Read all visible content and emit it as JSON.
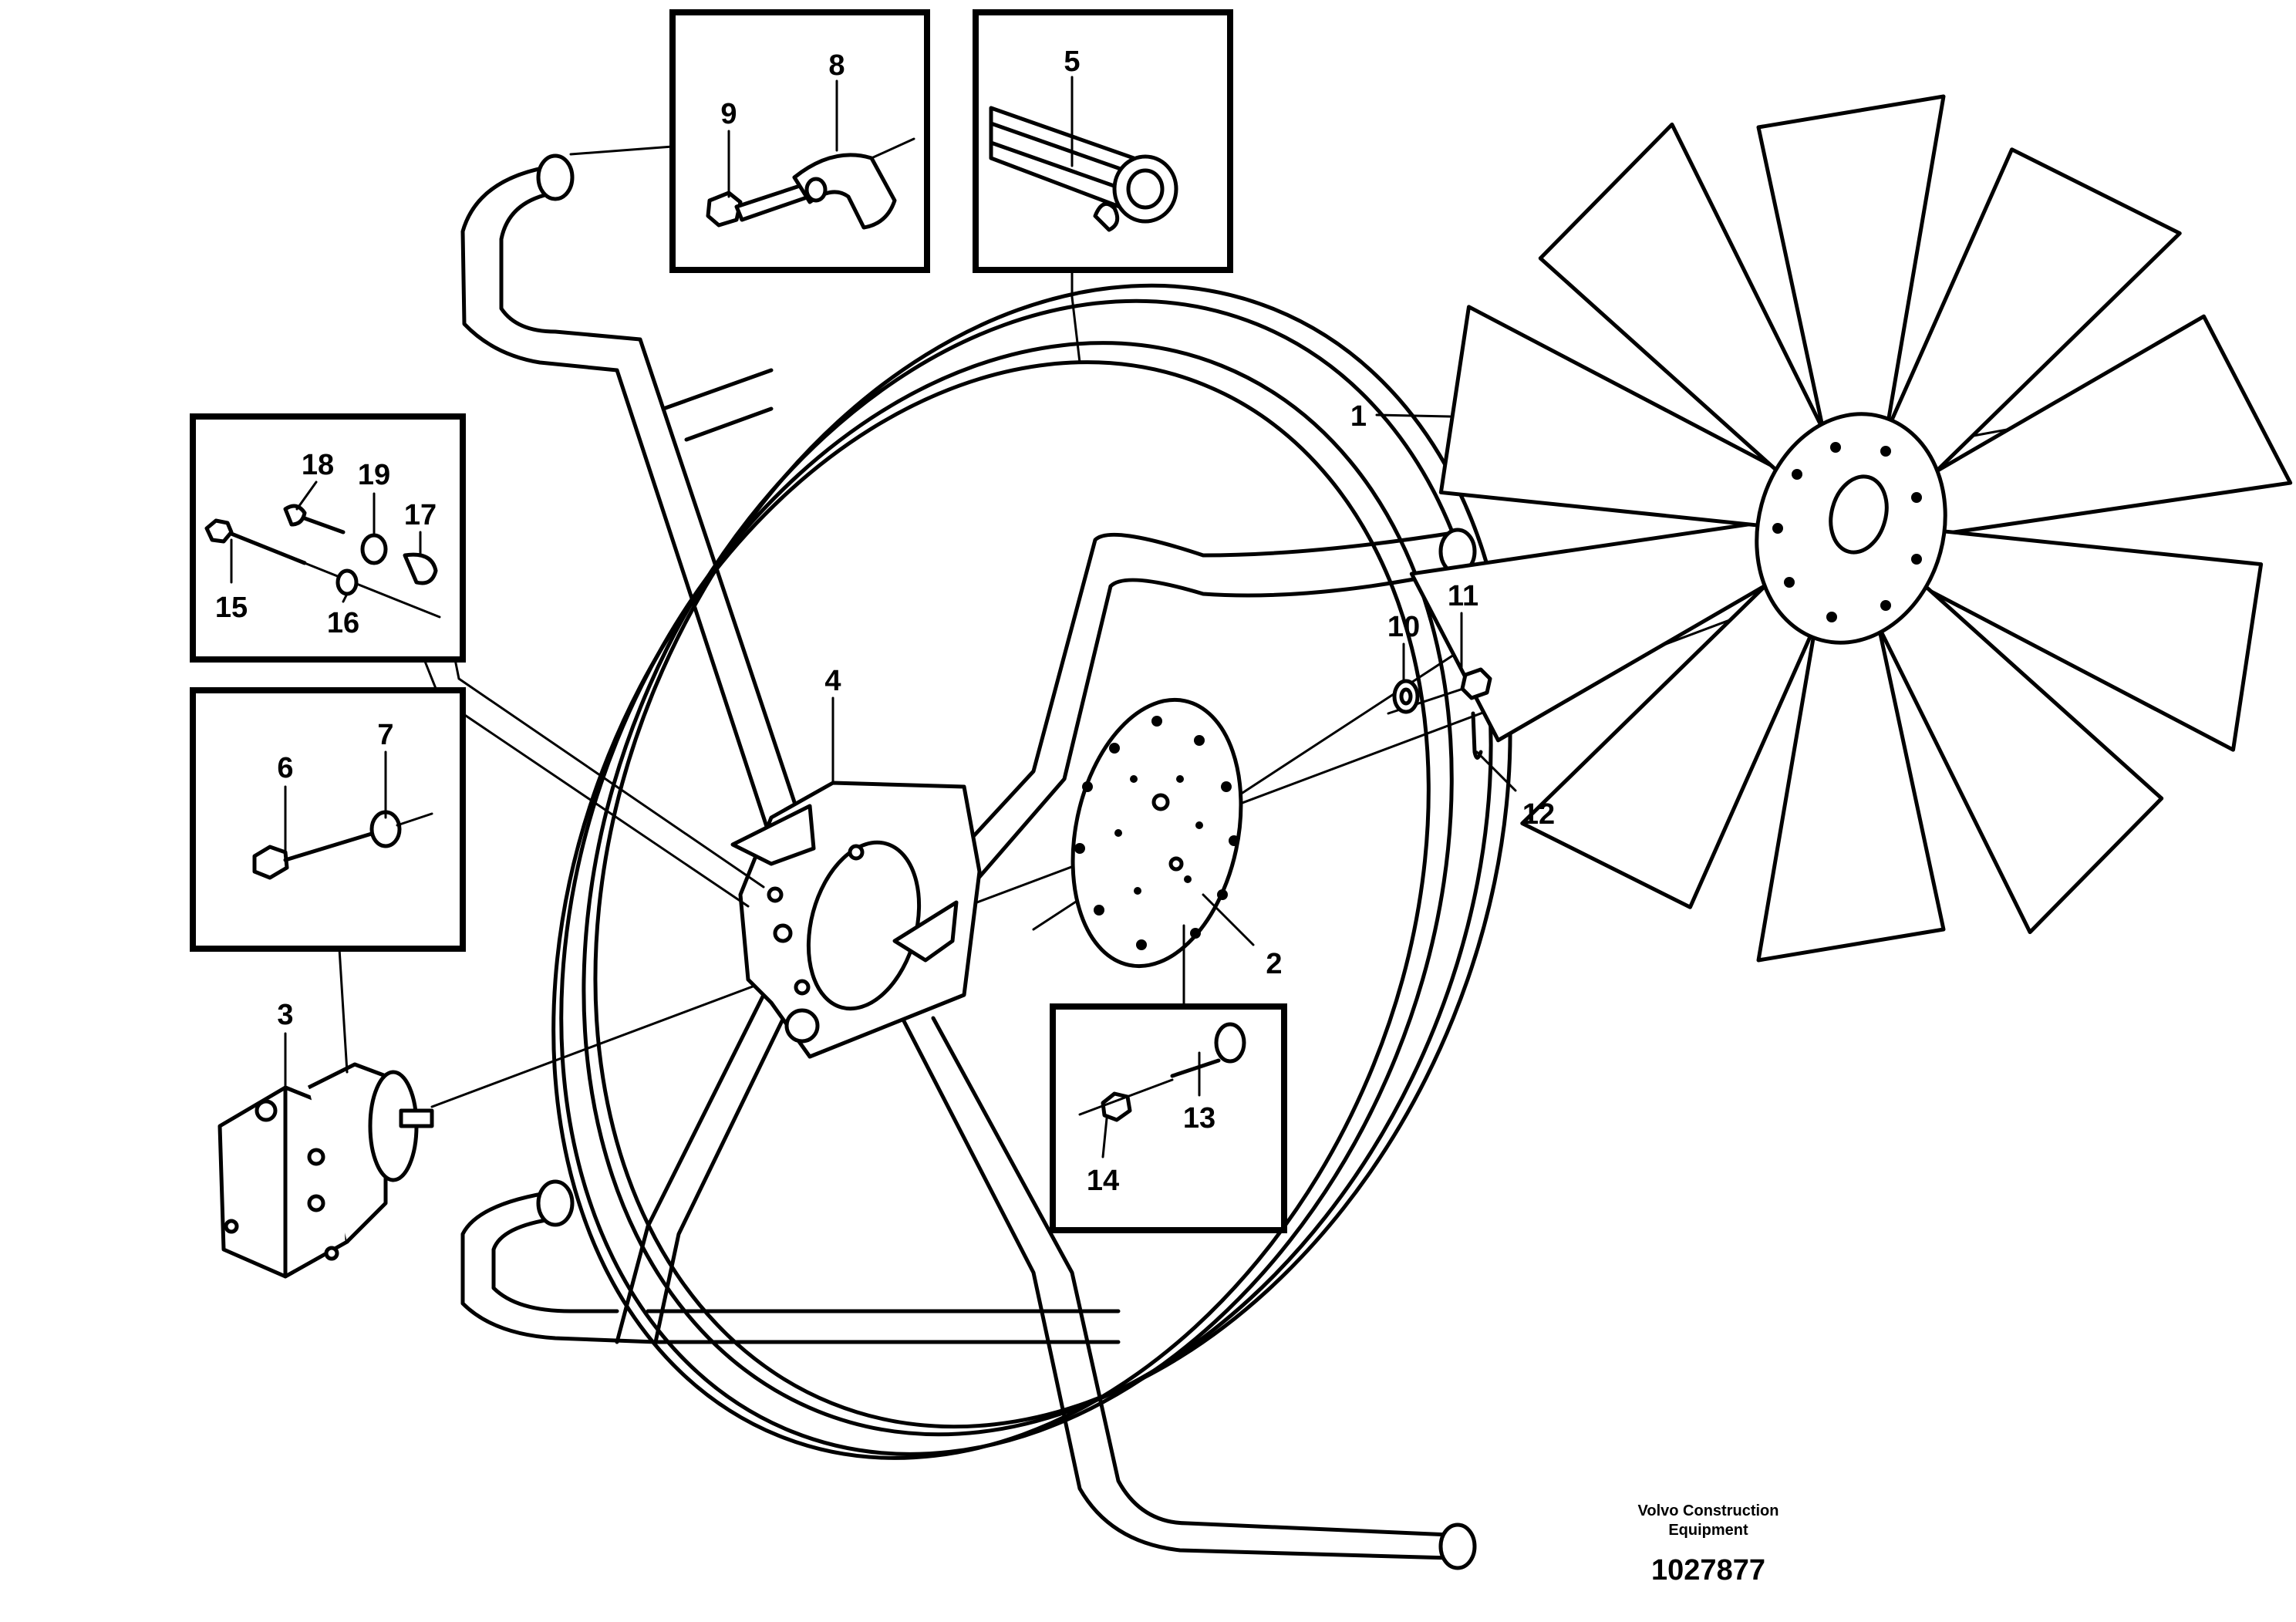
{
  "callouts": {
    "c1": "1",
    "c2": "2",
    "c3": "3",
    "c4": "4",
    "c5": "5",
    "c6": "6",
    "c7": "7",
    "c8": "8",
    "c9": "9",
    "c10": "10",
    "c11": "11",
    "c12": "12",
    "c13": "13",
    "c14": "14",
    "c15": "15",
    "c16": "16",
    "c17": "17",
    "c18": "18",
    "c19": "19"
  },
  "footer": {
    "company_line1": "Volvo Construction",
    "company_line2": "Equipment",
    "drawing_number": "1027877"
  }
}
